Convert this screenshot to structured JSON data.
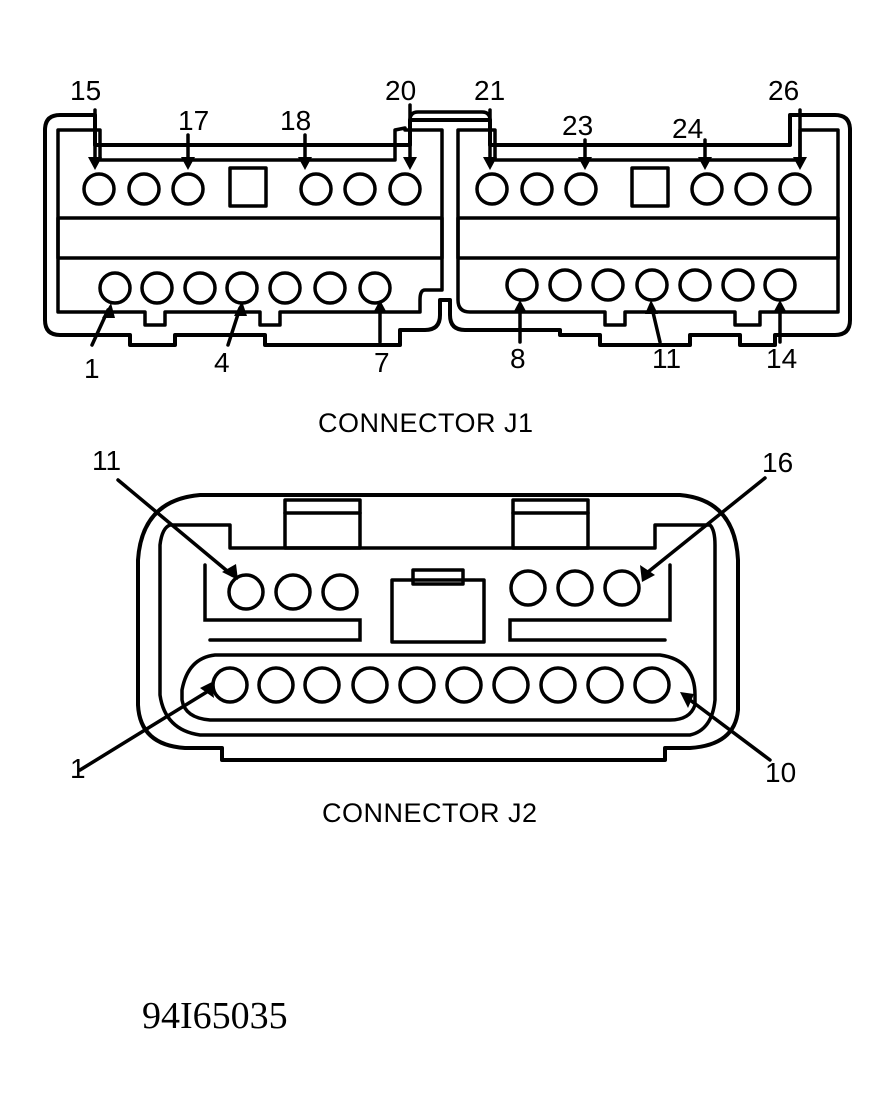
{
  "connector_j1": {
    "caption": "CONNECTOR J1",
    "top_labels": [
      "15",
      "17",
      "18",
      "20",
      "21",
      "23",
      "24",
      "26"
    ],
    "bottom_labels": [
      "1",
      "4",
      "7",
      "8",
      "11",
      "14"
    ]
  },
  "connector_j2": {
    "caption": "CONNECTOR J2",
    "labels": [
      "11",
      "16",
      "1",
      "10"
    ]
  },
  "figure_id": "94I65035",
  "colors": {
    "ink": "#000000",
    "paper": "#ffffff"
  }
}
